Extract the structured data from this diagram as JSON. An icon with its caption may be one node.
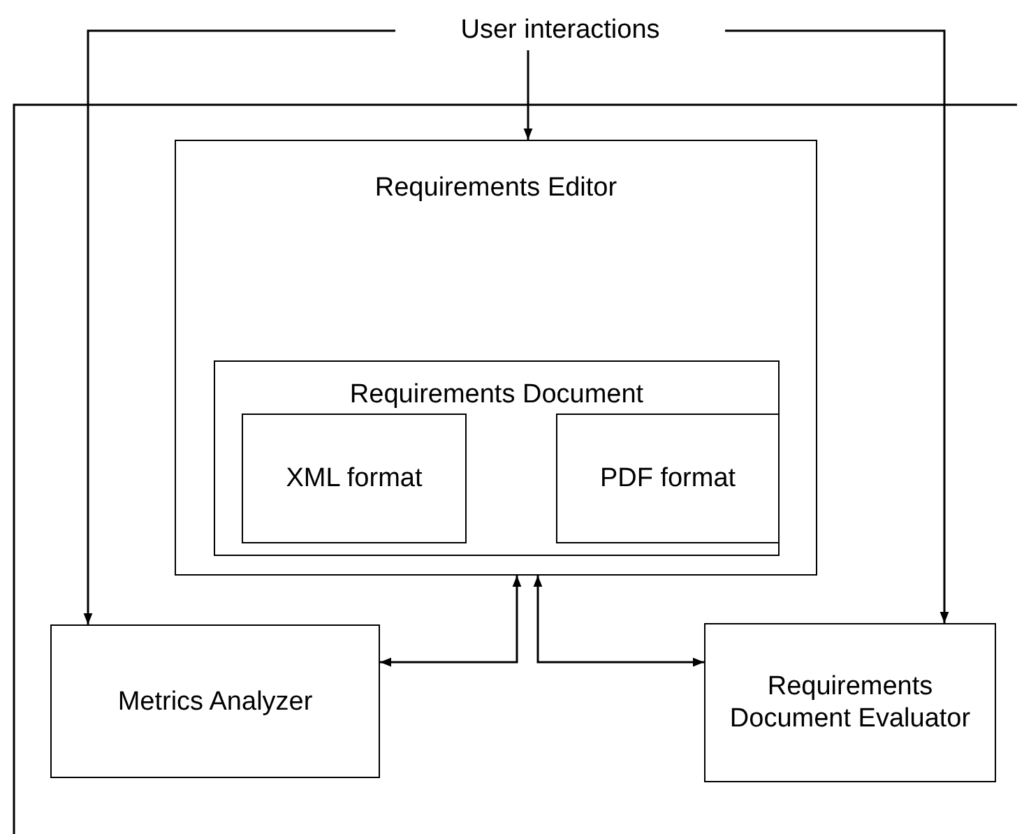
{
  "diagram": {
    "nodes": [
      {
        "text": [
          "User interactions"
        ]
      },
      {
        "text": [
          "Requirements Editor"
        ]
      },
      {
        "text": [
          "Requirements Document"
        ],
        "in": 1
      },
      {
        "text": [
          "XML format"
        ],
        "in": 2
      },
      {
        "text": [
          "PDF format"
        ],
        "in": 2
      },
      {
        "text": [
          "Metrics Analyzer"
        ]
      },
      {
        "text": [
          "Requirements Document Evaluator"
        ]
      }
    ],
    "edges": [
      {
        "from": 0,
        "to": 5,
        "arrow": "to"
      },
      {
        "from": 0,
        "to": 1,
        "arrow": "to"
      },
      {
        "from": 0,
        "to": 6,
        "arrow": "to"
      },
      {
        "from": 5,
        "to": 1,
        "arrow": "both"
      },
      {
        "from": 1,
        "to": 6,
        "arrow": "both"
      }
    ]
  }
}
